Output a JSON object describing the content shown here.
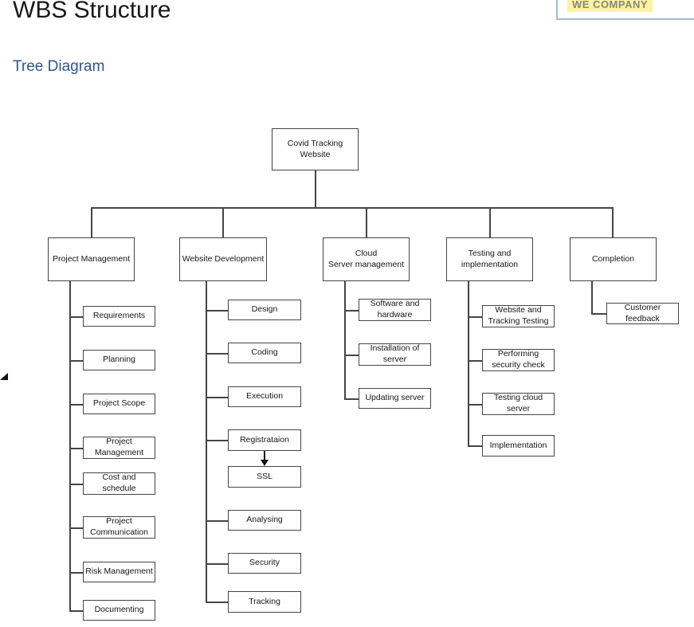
{
  "page": {
    "title": "WBS Structure",
    "subtitle": "Tree Diagram"
  },
  "logo": {
    "text": "WE COMPANY"
  },
  "colors": {
    "subtitle_blue": "#2F5496",
    "logo_border_blue": "#A3B9D9",
    "logo_highlight_yellow": "#FBF3A3",
    "box_border_gray": "#454545"
  },
  "tree": {
    "root": {
      "label": "Covid Tracking\nWebsite"
    },
    "branches": [
      {
        "label": "Project Management",
        "children": [
          "Requirements",
          "Planning",
          "Project Scope",
          "Project\nManagement",
          "Cost and\nschedule",
          "Project\nCommunication",
          "Risk Management",
          "Documenting"
        ]
      },
      {
        "label": "Website Development",
        "children": [
          "Design",
          "Coding",
          "Execution",
          "Registrataion",
          "SSL",
          "Analysing",
          "Security",
          "Tracking"
        ]
      },
      {
        "label": "Cloud\nServer management",
        "children": [
          "Software and\nhardware",
          "Installation of\nserver",
          "Updating server"
        ]
      },
      {
        "label": "Testing and\nimplementation",
        "children": [
          "Website and\nTracking Testing",
          "Performing\nsecurity check",
          "Testing cloud\nserver",
          "Implementation"
        ]
      },
      {
        "label": "Completion",
        "children": [
          "Customer\nfeedback"
        ]
      }
    ]
  }
}
